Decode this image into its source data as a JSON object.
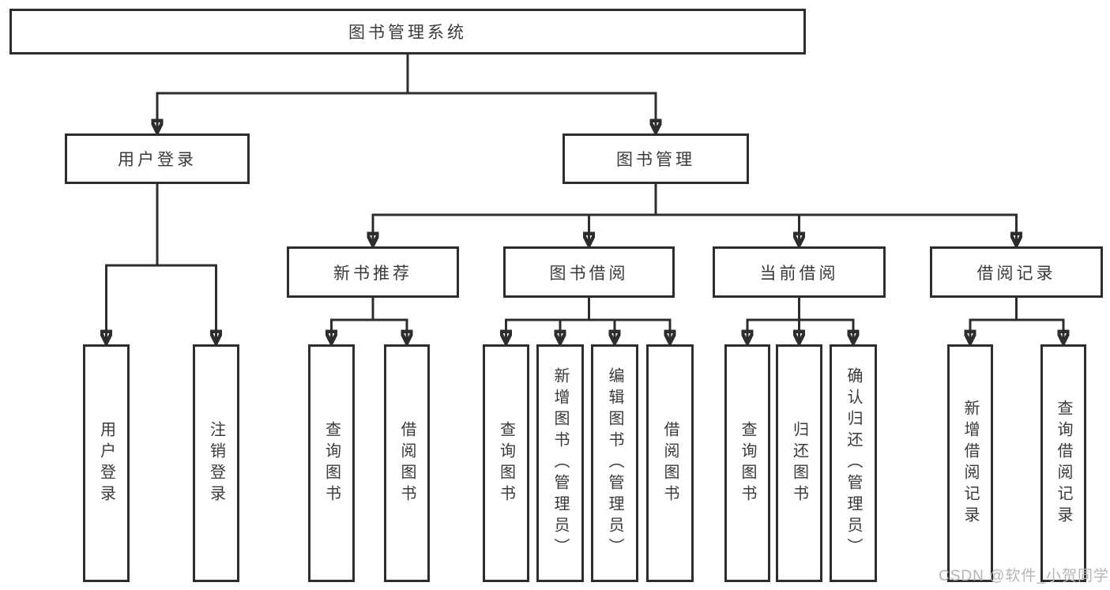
{
  "title": "图书管理系统",
  "watermark": {
    "text": "CSDN @软件_小贺同学"
  },
  "colors": {
    "line": "#2d2d2d",
    "text": "#3a3a3a",
    "background": "#ffffff",
    "watermark": "#b5b5b5"
  },
  "root": {
    "label": "图书管理系统"
  },
  "branches": [
    {
      "label": "用户登录",
      "children": [
        {
          "label": "用户登录"
        },
        {
          "label": "注销登录"
        }
      ]
    },
    {
      "label": "图书管理",
      "children": [
        {
          "label": "新书推荐",
          "children": [
            {
              "label": "查询图书"
            },
            {
              "label": "借阅图书"
            }
          ]
        },
        {
          "label": "图书借阅",
          "children": [
            {
              "label": "查询图书"
            },
            {
              "label": "新增图书（管理员）"
            },
            {
              "label": "编辑图书（管理员）"
            },
            {
              "label": "借阅图书"
            }
          ]
        },
        {
          "label": "当前借阅",
          "children": [
            {
              "label": "查询图书"
            },
            {
              "label": "归还图书"
            },
            {
              "label": "确认归还（管理员）"
            }
          ]
        },
        {
          "label": "借阅记录",
          "children": [
            {
              "label": "新增借阅记录"
            },
            {
              "label": "查询借阅记录"
            }
          ]
        }
      ]
    }
  ]
}
